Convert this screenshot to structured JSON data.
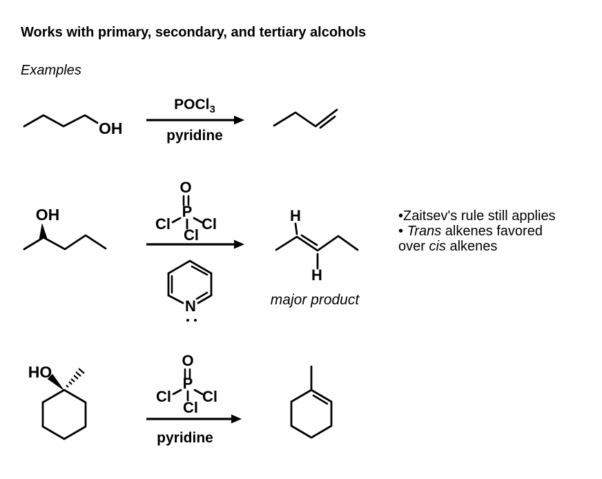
{
  "colors": {
    "red": "#f2340e",
    "green": "#1ed21e",
    "blue": "#2438dd",
    "black": "#000000"
  },
  "header": {
    "title": "Works with primary, secondary, and tertiary alcohols",
    "examples_label": "Examples"
  },
  "reaction1": {
    "oh_label": "OH",
    "reagent_above_base": "POCl",
    "reagent_above_sub": "3",
    "reagent_below": "pyridine"
  },
  "reaction2": {
    "oh_label": "OH",
    "pocl3_atoms": {
      "o": "O",
      "p": "P",
      "cl_left": "Cl",
      "cl_right": "Cl",
      "cl_bottom": "Cl"
    },
    "pyridine_n_label": "N",
    "h_top": "H",
    "h_bottom": "H",
    "product_caption": "major product",
    "notes_line1": "•Zaitsev's rule still applies",
    "notes_line2_bullet": "• ",
    "notes_line2_italic": "Trans",
    "notes_line2_rest": " alkenes favored",
    "notes_line3_pre": "over ",
    "notes_line3_italic": "cis",
    "notes_line3_rest": " alkenes"
  },
  "reaction3": {
    "ho_label": "HO",
    "pocl3_atoms": {
      "o": "O",
      "p": "P",
      "cl_left": "Cl",
      "cl_right": "Cl",
      "cl_bottom": "Cl"
    },
    "reagent_below": "pyridine"
  }
}
